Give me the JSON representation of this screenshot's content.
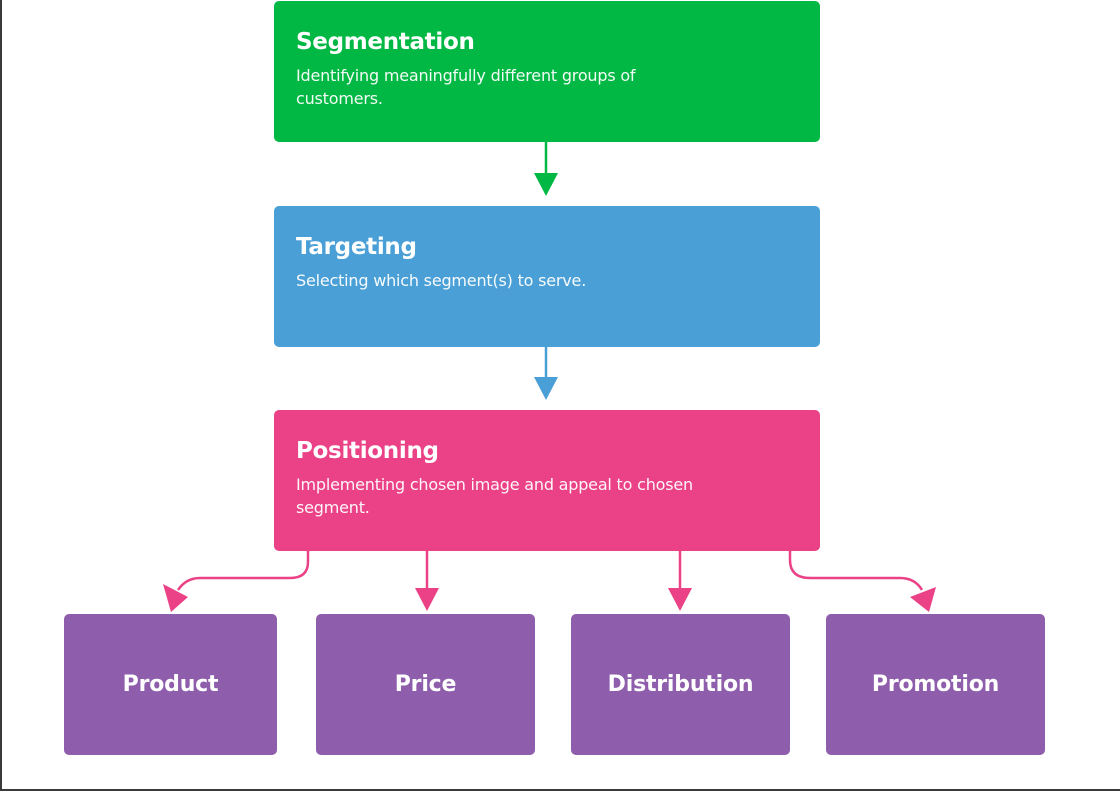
{
  "colors": {
    "segmentation": "#00B843",
    "targeting": "#4AA0D6",
    "positioning": "#EB4186",
    "marketing_mix": "#8E5EAC",
    "arrow_segmentation": "#00B843",
    "arrow_targeting": "#4AA0D6",
    "arrow_positioning": "#EB4186"
  },
  "stages": [
    {
      "id": "segmentation",
      "title": "Segmentation",
      "description": "Identifying meaningfully different groups of customers."
    },
    {
      "id": "targeting",
      "title": "Targeting",
      "description": "Selecting which segment(s) to serve."
    },
    {
      "id": "positioning",
      "title": "Positioning",
      "description": "Implementing chosen image and appeal to chosen segment."
    }
  ],
  "marketing_mix": [
    {
      "label": "Product"
    },
    {
      "label": "Price"
    },
    {
      "label": "Distribution"
    },
    {
      "label": "Promotion"
    }
  ],
  "edges": [
    {
      "from": "segmentation",
      "to": "targeting"
    },
    {
      "from": "targeting",
      "to": "positioning"
    },
    {
      "from": "positioning",
      "to": "Product"
    },
    {
      "from": "positioning",
      "to": "Price"
    },
    {
      "from": "positioning",
      "to": "Distribution"
    },
    {
      "from": "positioning",
      "to": "Promotion"
    }
  ]
}
